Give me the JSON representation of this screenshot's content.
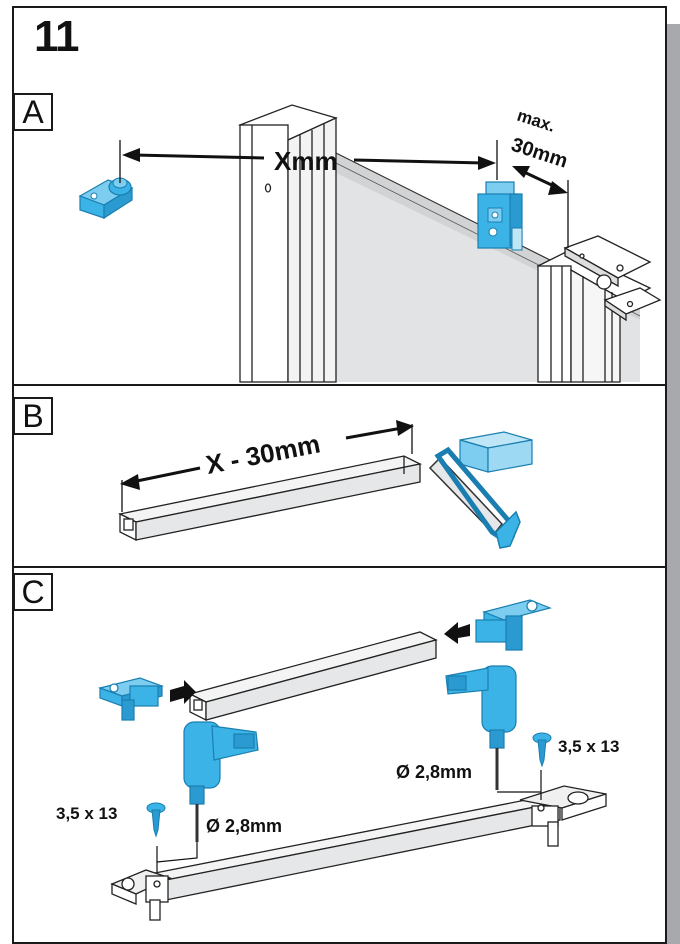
{
  "step_number": "11",
  "panels": {
    "a": {
      "label": "A",
      "distance": "Xmm",
      "max_line1": "max.",
      "max_line2": "30mm"
    },
    "b": {
      "label": "B",
      "cut_length": "X - 30mm"
    },
    "c": {
      "label": "C",
      "screw_left": "3,5 x 13",
      "drill_left": "Ø 2,8mm",
      "screw_right": "3,5 x 13",
      "drill_right": "Ø 2,8mm"
    }
  },
  "colors": {
    "part_blue": "#3bb3e6",
    "part_blue_dark": "#1a7fb0",
    "frame": "#1a1a1a",
    "bar_grey": "#e6e7e8"
  }
}
